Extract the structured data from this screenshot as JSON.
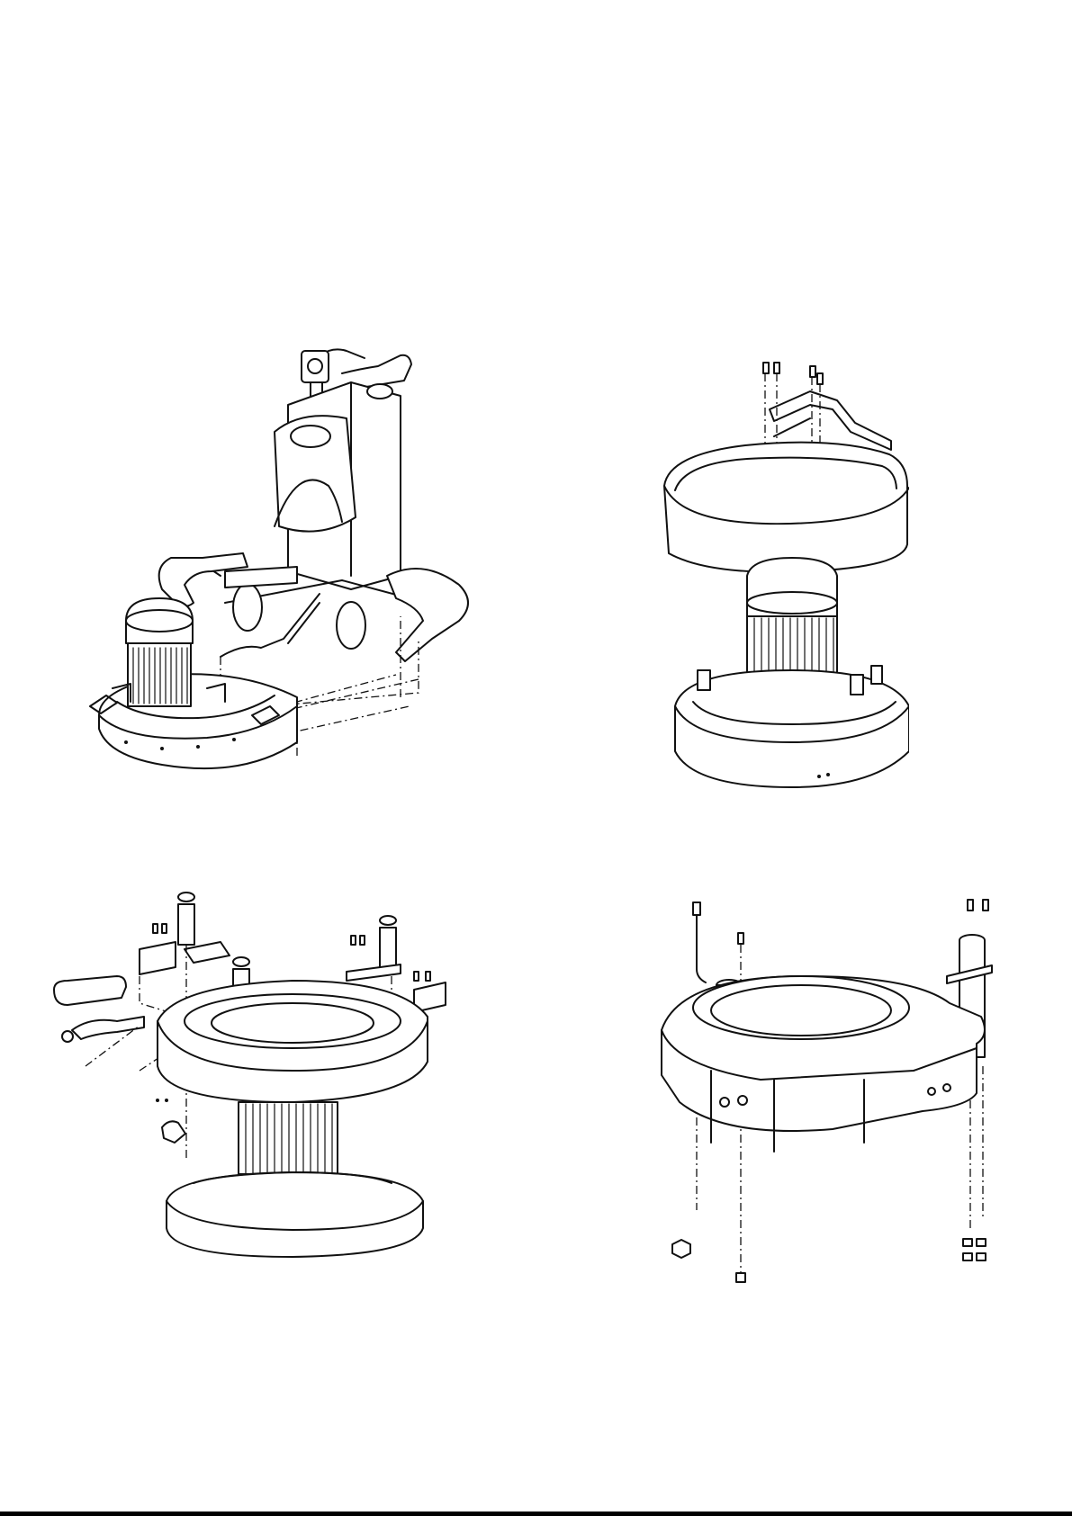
{
  "figures": [
    {
      "id": "full-machine",
      "depicts": "grinder-assembly-exploded-icon"
    },
    {
      "id": "hood-and-motor",
      "depicts": "dust-shroud-handle-exploded-icon"
    },
    {
      "id": "head-assembly",
      "depicts": "grinding-head-exploded-icon"
    },
    {
      "id": "base-housing",
      "depicts": "base-housing-exploded-icon"
    }
  ],
  "colors": {
    "line": "#111111",
    "background": "#ffffff"
  }
}
